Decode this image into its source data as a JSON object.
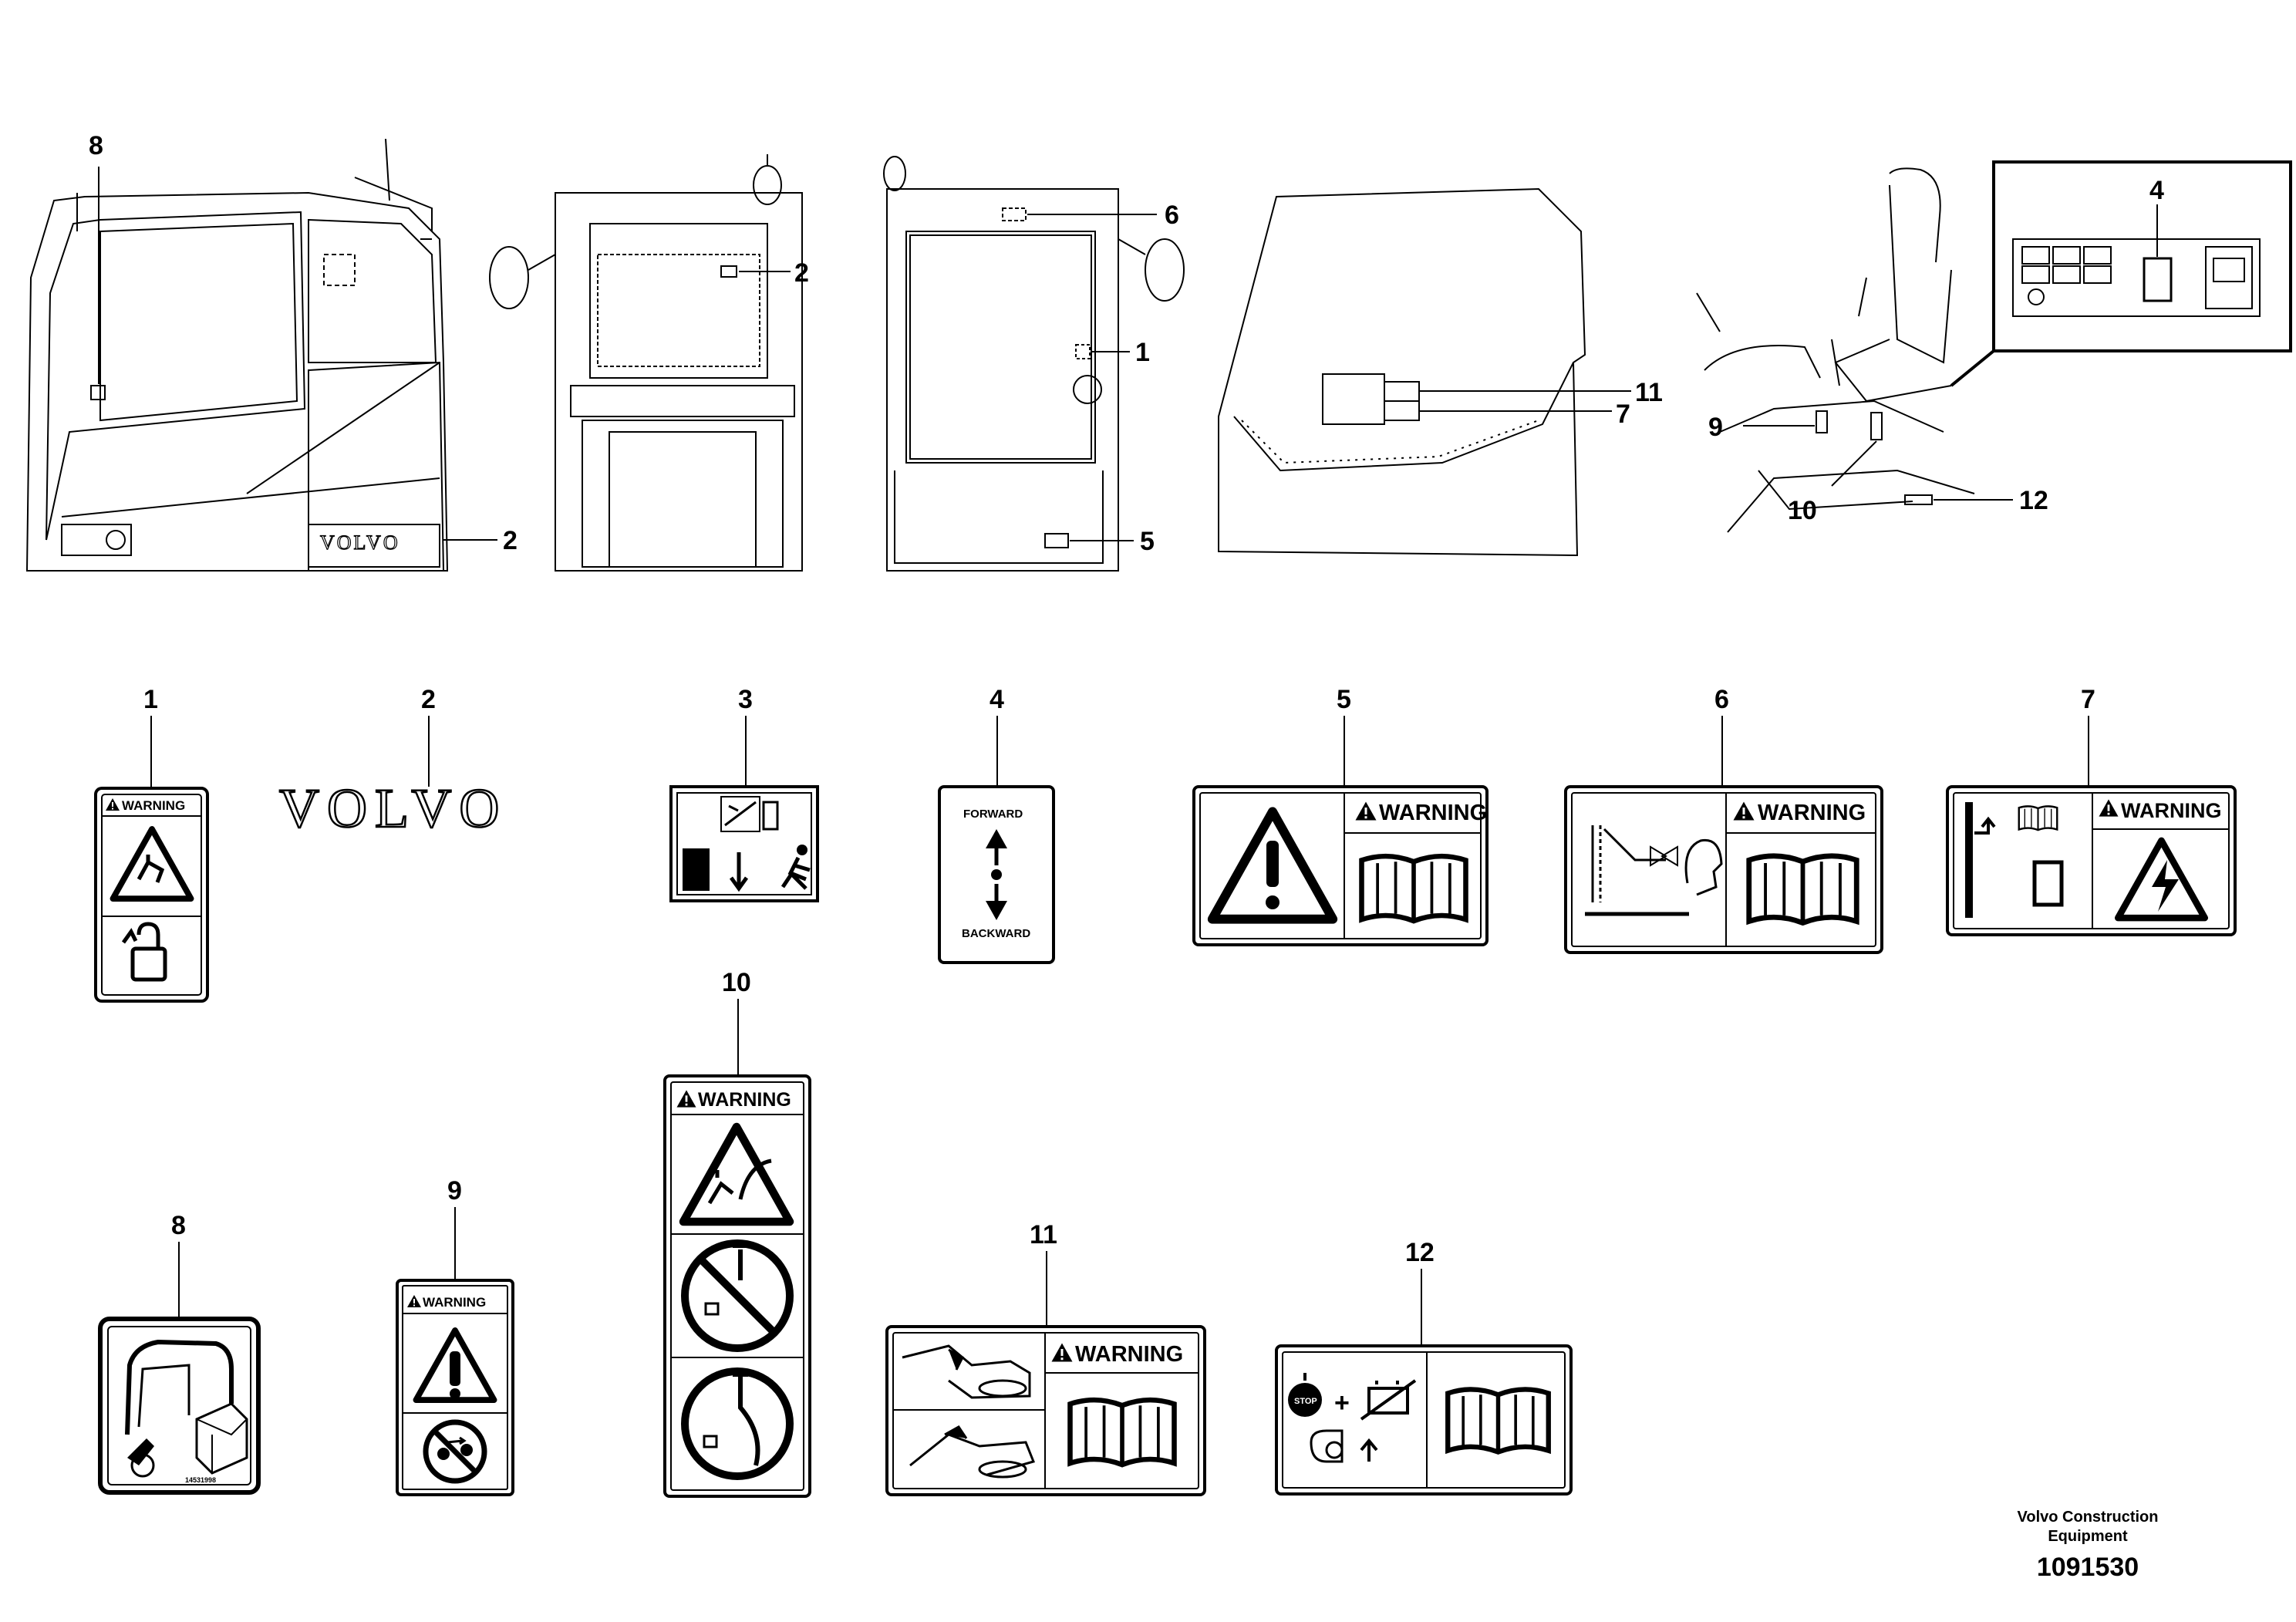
{
  "callouts": {
    "c1": "1",
    "c2": "2",
    "c3": "3",
    "c4": "4",
    "c5": "5",
    "c6": "6",
    "c7": "7",
    "c8": "8",
    "c9": "9",
    "c10": "10",
    "c11": "11",
    "c12": "12"
  },
  "decals": {
    "warning_word": "WARNING",
    "volvo_wordmark": "VOLVO",
    "forward": "FORWARD",
    "backward": "BACKWARD",
    "stop": "STOP",
    "decal8_code": "14531998"
  },
  "icons": [
    "warning-triangle-icon",
    "book-icon",
    "unlock-icon",
    "lightning-icon",
    "no-symbol-icon",
    "arrow-updown-icon"
  ],
  "footer": {
    "company_line1": "Volvo Construction",
    "company_line2": "Equipment",
    "drawing_number": "1091530"
  }
}
